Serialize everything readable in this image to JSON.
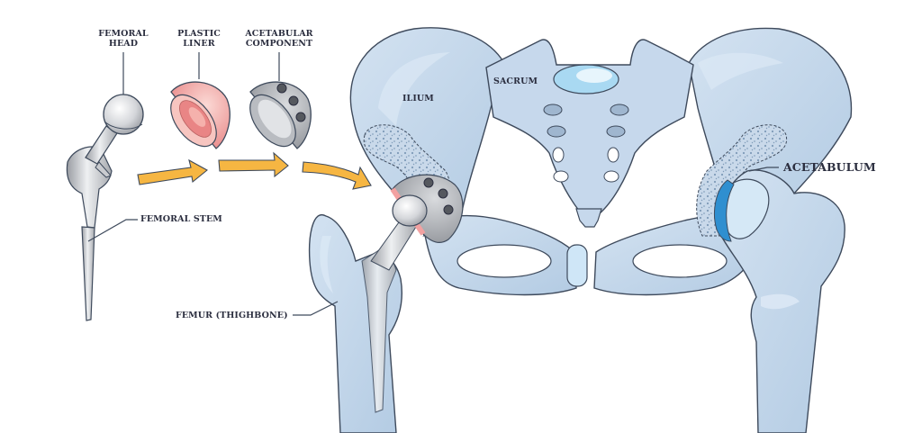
{
  "diagram": {
    "type": "anatomical-illustration",
    "subject": "Hip replacement components and pelvis",
    "colors": {
      "bone_fill": "#c3d6ea",
      "bone_shade": "#a8c0da",
      "bone_highlight": "#dbe8f5",
      "outline": "#3e4a5c",
      "cartilage_blue": "#2f8fd0",
      "cartilage_light": "#cfe6f7",
      "arrow_fill": "#f6b642",
      "metal_light": "#e6e7ea",
      "metal_dark": "#8e9197",
      "liner_pink": "#f2a1a1",
      "liner_light": "#f9d0cc",
      "label_text": "#2b2e3f",
      "spongy_dots": "#7f9bb8"
    },
    "labels": {
      "femoral_head": [
        "FEMORAL",
        "HEAD"
      ],
      "plastic_liner": [
        "PLASTIC",
        "LINER"
      ],
      "acetabular_component": [
        "ACETABULAR",
        "COMPONENT"
      ],
      "femoral_stem": "FEMORAL STEM",
      "femur": "FEMUR (THIGHBONE)",
      "ilium": "ILIUM",
      "sacrum": "SACRUM",
      "acetabulum": "ACETABULUM"
    },
    "components": [
      {
        "name": "femoral-head-and-stem",
        "order": 1
      },
      {
        "name": "plastic-liner",
        "order": 2
      },
      {
        "name": "acetabular-component",
        "order": 3
      }
    ],
    "arrows": 3
  }
}
